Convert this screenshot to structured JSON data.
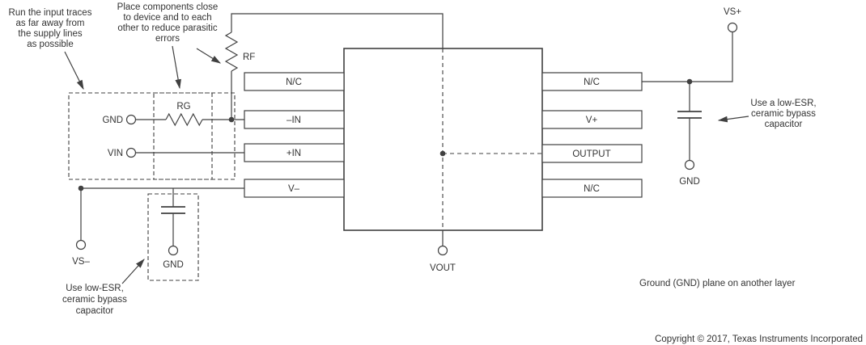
{
  "annotations": {
    "input_traces": {
      "lines": [
        "Run the input traces",
        "as far away from",
        "the supply lines",
        "as possible"
      ]
    },
    "place_components": {
      "lines": [
        "Place components close",
        "to device and to each",
        "other to reduce parasitic",
        "errors"
      ]
    },
    "bypass_right": {
      "lines": [
        "Use a low-ESR,",
        "ceramic bypass",
        "capacitor"
      ]
    },
    "bypass_left": {
      "lines": [
        "Use low-ESR,",
        "ceramic bypass",
        "capacitor"
      ]
    },
    "gnd_plane_note": "Ground (GND) plane on another layer",
    "copyright": "Copyright © 2017, Texas Instruments Incorporated"
  },
  "components": {
    "rf_label": "RF",
    "rg_label": "RG"
  },
  "terminals": {
    "gnd_input": "GND",
    "vin": "VIN",
    "vs_plus": "VS+",
    "vs_minus": "VS–",
    "gnd_right": "GND",
    "gnd_bottom": "GND",
    "vout": "VOUT"
  },
  "pins": {
    "left": [
      "N/C",
      "–IN",
      "+IN",
      "V–"
    ],
    "right": [
      "N/C",
      "V+",
      "OUTPUT",
      "N/C"
    ]
  },
  "colors": {
    "stroke": "#404040",
    "text": "#333333",
    "background": "#ffffff"
  }
}
